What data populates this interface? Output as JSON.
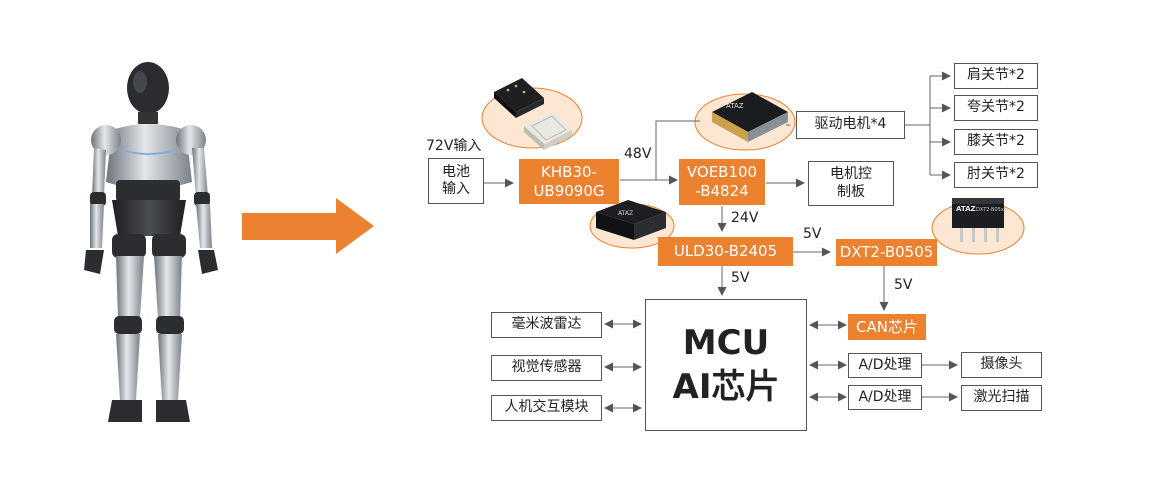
{
  "colors": {
    "accent": "#ec8130",
    "line": "#666666",
    "halo": "#fde7d2"
  },
  "labels": {
    "input_72v": "72V输入",
    "v48": "48V",
    "v24": "24V",
    "v5_a": "5V",
    "v5_b": "5V",
    "v5_c": "5V"
  },
  "boxes": {
    "battery": [
      "电池",
      "输入"
    ],
    "khb": [
      "KHB30-",
      "UB9090G"
    ],
    "voeb": [
      "VOEB100",
      "-B4824"
    ],
    "motor_board": [
      "电机控",
      "制板"
    ],
    "drive_motor": "驱动电机*4",
    "shoulder": "肩关节*2",
    "hip": "夸关节*2",
    "knee": "膝关节*2",
    "elbow": "肘关节*2",
    "uld": "ULD30-B2405",
    "dxt": "DXT2-B0505",
    "mcu": [
      "MCU",
      "AI芯片"
    ],
    "can": "CAN芯片",
    "radar": "毫米波雷达",
    "vision": "视觉传感器",
    "hmi": "人机交互模块",
    "ad1": "A/D处理",
    "ad2": "A/D处理",
    "camera": "摄像头",
    "laser": "激光扫描"
  },
  "images": {
    "module_khb_top_logo": "",
    "module_voeb_logo": "ATAZ",
    "module_uld_logo": "ATAZ",
    "module_dxt_logo": "ATAZ",
    "module_dxt_part": "DXT2-B05xx"
  },
  "icons": [
    "humanoid-robot",
    "arrow-right-icon",
    "power-module-images"
  ]
}
